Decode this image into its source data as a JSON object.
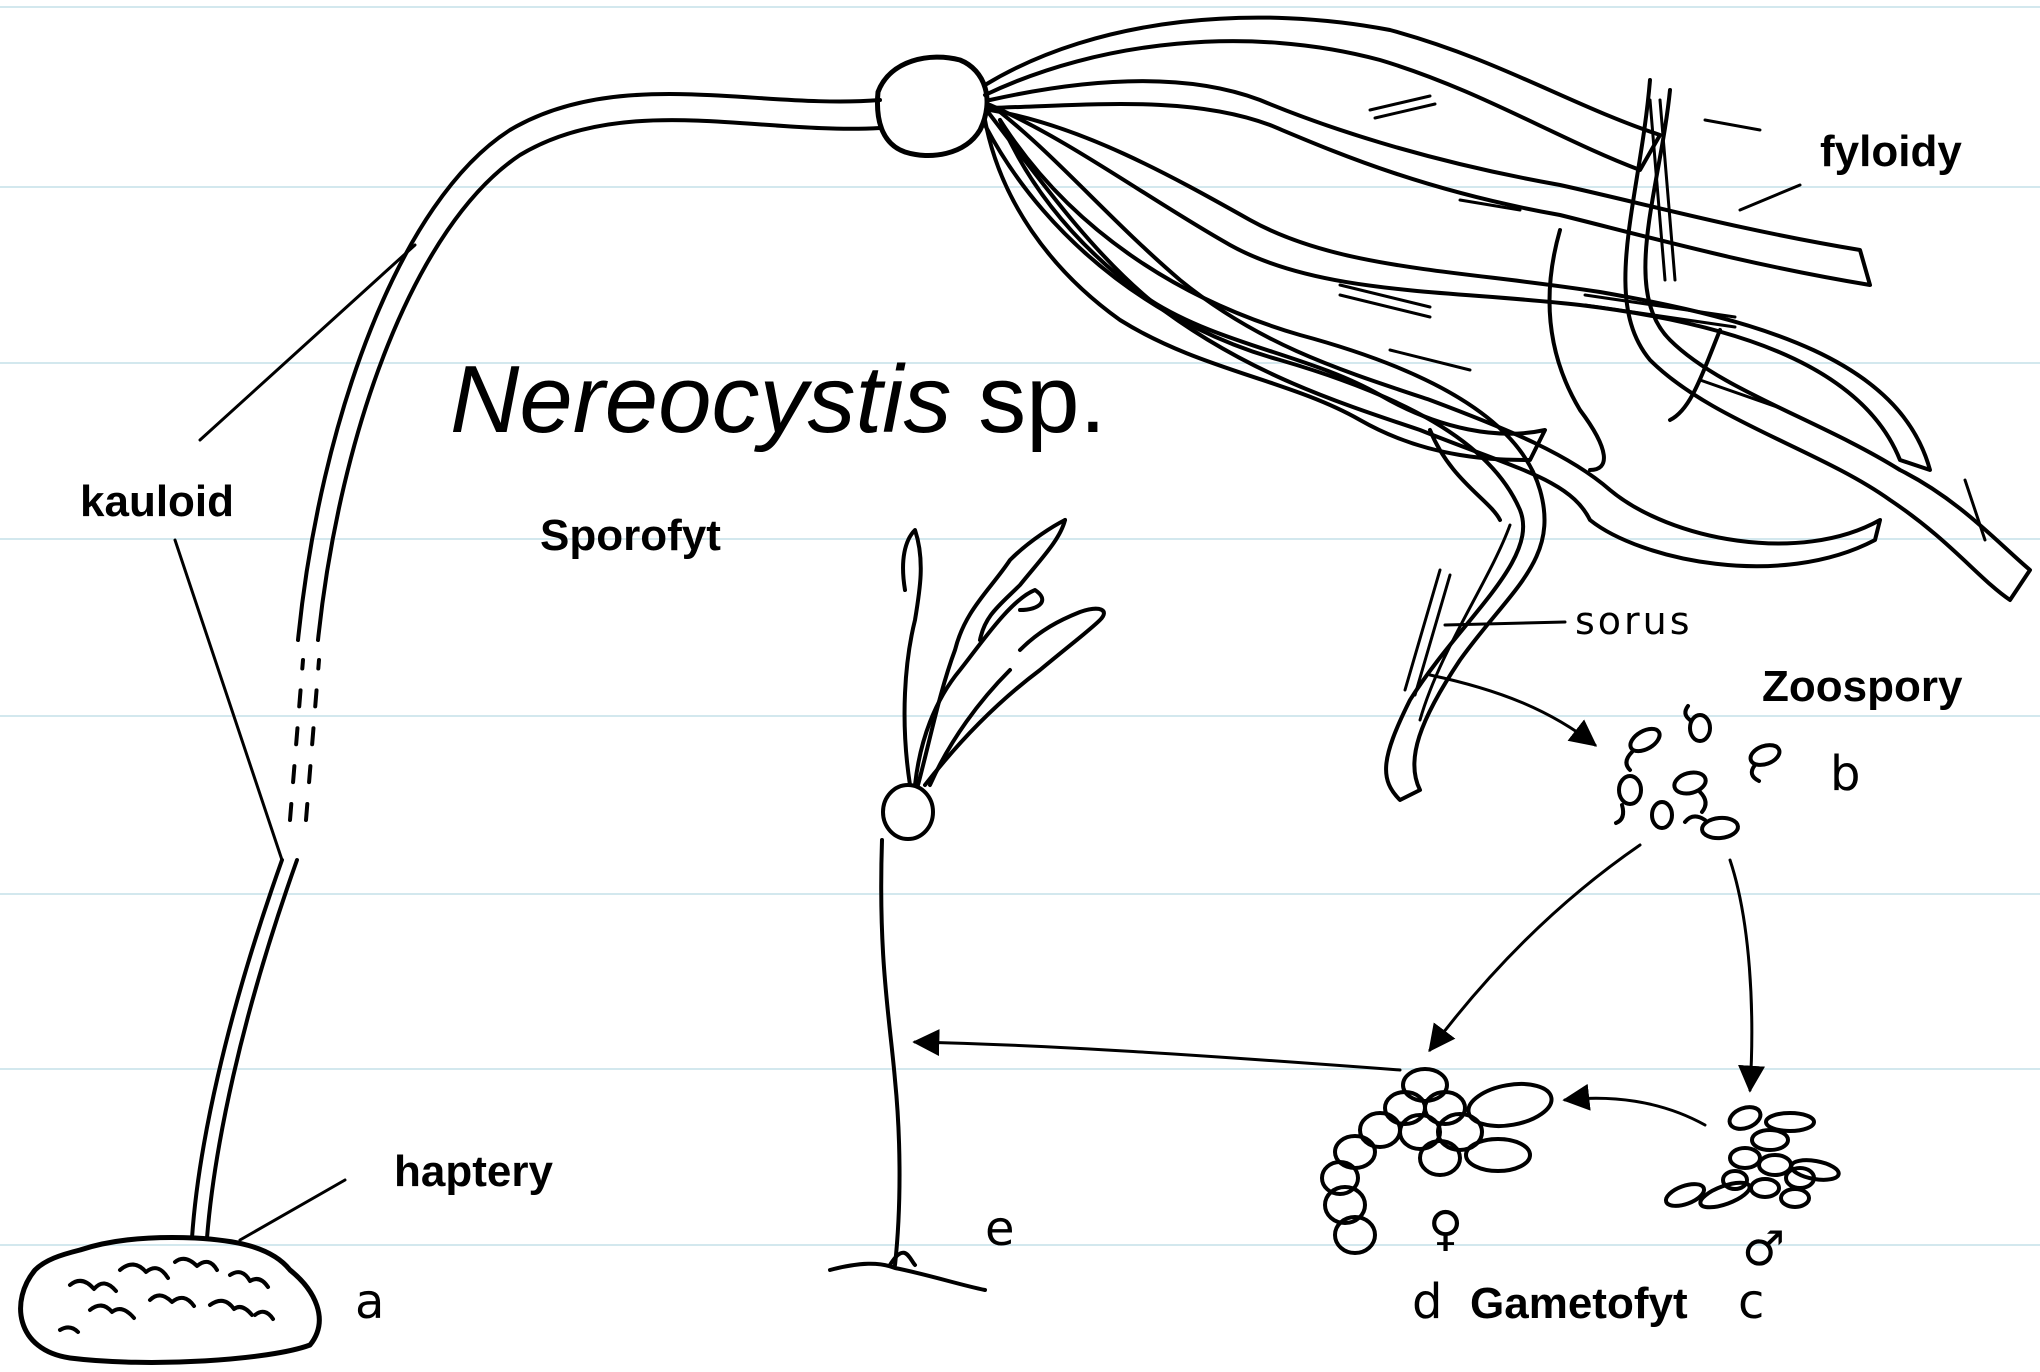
{
  "title": {
    "genus": "Nereocystis",
    "suffix": "sp."
  },
  "labels": {
    "kauloid": "kauloid",
    "sporofyt": "Sporofyt",
    "haptery": "haptery",
    "fyloidy": "fyloidy",
    "sorus": "sorus",
    "zoospory": "Zoospory",
    "gametofyt": "Gametofyt"
  },
  "letters": {
    "a": "a",
    "b": "b",
    "c": "c",
    "d": "d",
    "e": "e"
  },
  "symbols": {
    "female": "♀",
    "male": "♂"
  },
  "colors": {
    "ink": "#000000",
    "rule": "#d3e8ee",
    "background": "#ffffff"
  }
}
